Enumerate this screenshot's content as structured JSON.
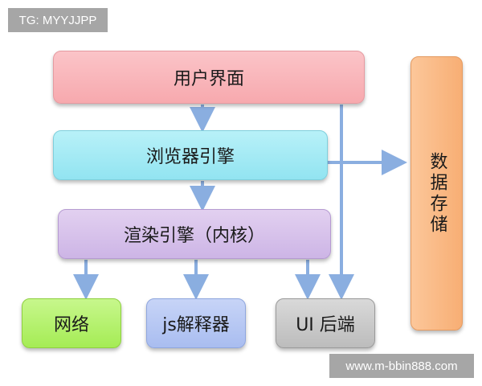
{
  "diagram": {
    "user_interface": "用户界面",
    "browser_engine": "浏览器引擎",
    "rendering_engine": "渲染引擎（内核）",
    "data_storage": "数据存储",
    "networking": "网络",
    "js_interpreter": "js解释器",
    "ui_backend": "UI 后端"
  },
  "overlays": {
    "tg_label": "TG: MYYJJPP",
    "watermark": "www.m-bbin888.com"
  },
  "colors": {
    "arrow": "#8aaee0",
    "user_interface": "#f7a9ae",
    "browser_engine": "#92e4f1",
    "rendering_engine": "#cdb5e6",
    "data_storage": "#f7ae74",
    "networking": "#a5ec55",
    "js_interpreter": "#a9bdf0",
    "ui_backend": "#bcbcbc"
  }
}
